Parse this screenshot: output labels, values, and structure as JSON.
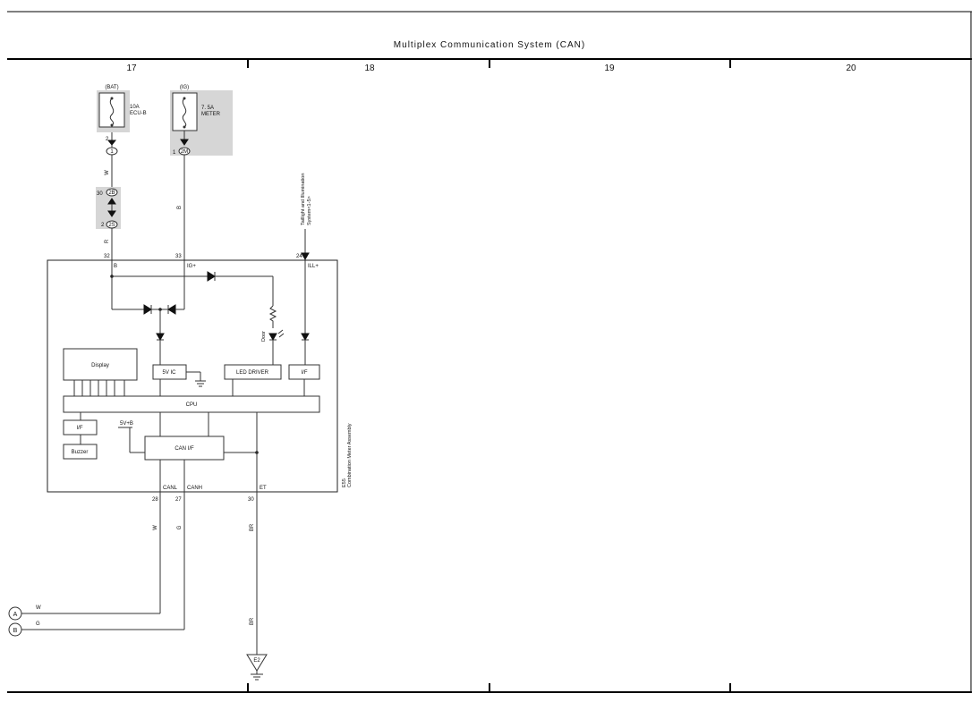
{
  "title": "Multiplex Communication System (CAN)",
  "columns": [
    "17",
    "18",
    "19",
    "20"
  ],
  "fuses": [
    {
      "source": "(BAT)",
      "rating": "10A",
      "name": "ECU-B",
      "pin": "2",
      "connector": "1"
    },
    {
      "source": "(IG)",
      "rating": "7. 5A",
      "name": "METER",
      "pin": "1",
      "connector": "2M"
    }
  ],
  "junction": {
    "pin_top": "30",
    "conn_top": "2B",
    "pin_bottom": "2",
    "conn_bottom": "2S"
  },
  "wire_colors": {
    "bat_upper": "W",
    "bat_lower": "R",
    "ig": "B",
    "canl": "W",
    "canh": "G",
    "et": "BR",
    "et_lower": "BR",
    "bus_a": "W",
    "bus_b": "G"
  },
  "illumination_ref": {
    "line1": "Taillight and Illumination",
    "line2": "System<1-5>"
  },
  "meter": {
    "name": "Combination Meter Assembly",
    "code": "E55",
    "pins": {
      "b": {
        "num": "32",
        "label": "B"
      },
      "ig": {
        "num": "33",
        "label": "IG+"
      },
      "ill": {
        "num": "24",
        "label": "ILL+"
      },
      "canl": {
        "num": "28",
        "label": "CANL"
      },
      "canh": {
        "num": "27",
        "label": "CANH"
      },
      "et": {
        "num": "30",
        "label": "ET"
      }
    },
    "blocks": {
      "display": "Display",
      "vic": "5V IC",
      "led_driver": "LED DRIVER",
      "if_right": "I/F",
      "cpu": "CPU",
      "if_left": "I/F",
      "buzzer": "Buzzer",
      "can_if": "CAN I/F",
      "supply": "5V+B",
      "door": "Door"
    }
  },
  "bus_terminals": [
    {
      "id": "A",
      "wire": "W"
    },
    {
      "id": "B",
      "wire": "G"
    }
  ],
  "ground": "E2"
}
